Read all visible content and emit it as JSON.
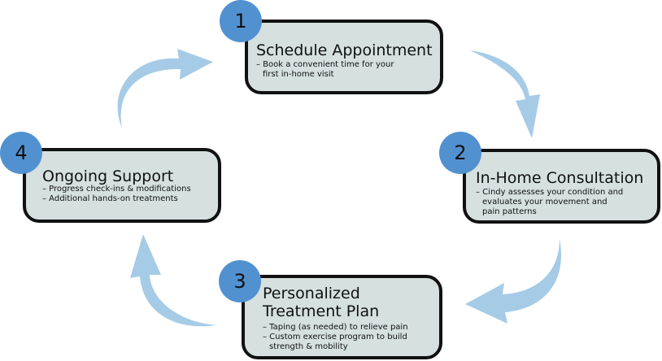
{
  "colors": {
    "box_fill": "#d5e0df",
    "box_border": "#111111",
    "badge": "#5291d0",
    "arrow": "#a6cbe6"
  },
  "steps": [
    {
      "number": "1",
      "title": "Schedule Appointment",
      "bullets": [
        "– Book a convenient time for your",
        "first in-home visit"
      ]
    },
    {
      "number": "2",
      "title": "In-Home Consultation",
      "bullets": [
        "– Cindy assesses your condition and",
        "evaluates your movement and",
        "pain patterns"
      ]
    },
    {
      "number": "3",
      "title_lines": [
        "Personalized",
        "Treatment Plan"
      ],
      "bullets": [
        "– Taping (as needed) to relieve pain",
        "– Custom exercise program to build",
        "strength & mobility"
      ]
    },
    {
      "number": "4",
      "title": "Ongoing Support",
      "bullets": [
        "– Progress check-ins & modifications",
        "– Additional hands-on treatments"
      ]
    }
  ]
}
